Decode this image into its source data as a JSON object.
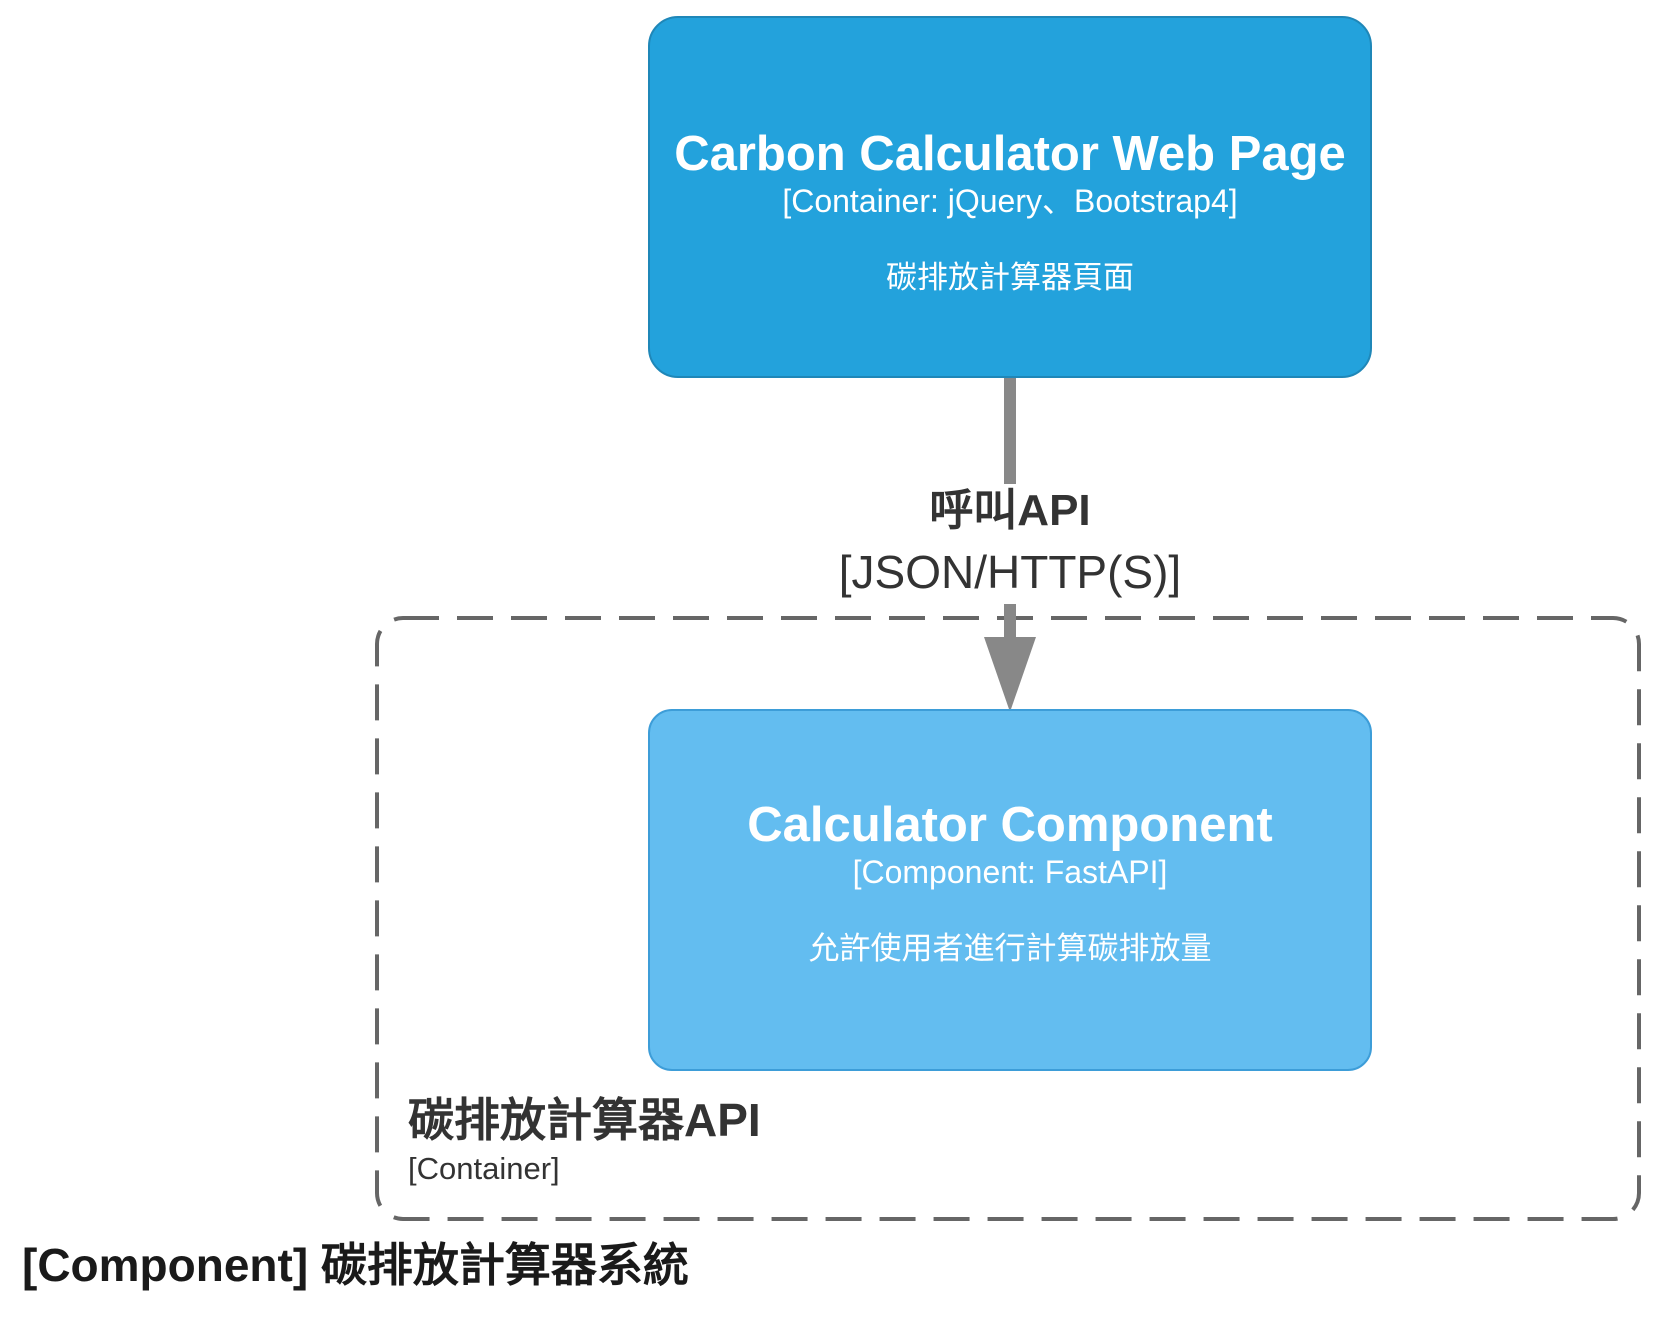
{
  "diagram": {
    "title": "[Component] 碳排放計算器系統",
    "colors": {
      "container_fill": "#23a2dc",
      "component_fill": "#63bdf0",
      "edge": "#888888",
      "boundary": "#666666"
    }
  },
  "nodes": {
    "web_page": {
      "title": "Carbon Calculator Web Page",
      "technology": "[Container: jQuery、Bootstrap4]",
      "description": "碳排放計算器頁面"
    },
    "calculator": {
      "title": "Calculator Component",
      "technology": "[Component: FastAPI]",
      "description": "允許使用者進行計算碳排放量"
    }
  },
  "edge": {
    "label": "呼叫API",
    "technology": "[JSON/HTTP(S)]"
  },
  "boundary": {
    "name": "碳排放計算器API",
    "type": "[Container]"
  }
}
